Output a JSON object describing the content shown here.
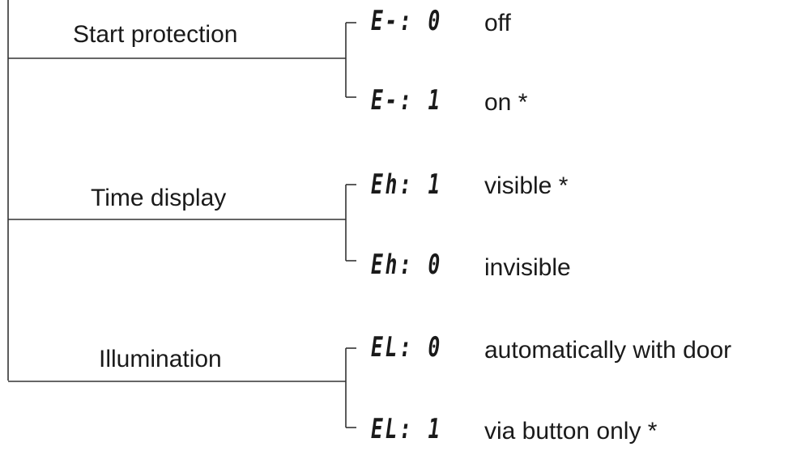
{
  "groups": [
    {
      "label": "Start protection",
      "options": [
        {
          "code": "E-: 0",
          "text": "off"
        },
        {
          "code": "E-: 1",
          "text": "on *"
        }
      ]
    },
    {
      "label": "Time display",
      "options": [
        {
          "code": "Eh: 1",
          "text": "visible *"
        },
        {
          "code": "Eh: 0",
          "text": "invisible"
        }
      ]
    },
    {
      "label": "Illumination",
      "options": [
        {
          "code": "EL: 0",
          "text": "automatically with door"
        },
        {
          "code": "EL: 1",
          "text": "via button only *"
        }
      ]
    }
  ],
  "colors": {
    "line": "#333333",
    "text": "#1a1a1a"
  }
}
